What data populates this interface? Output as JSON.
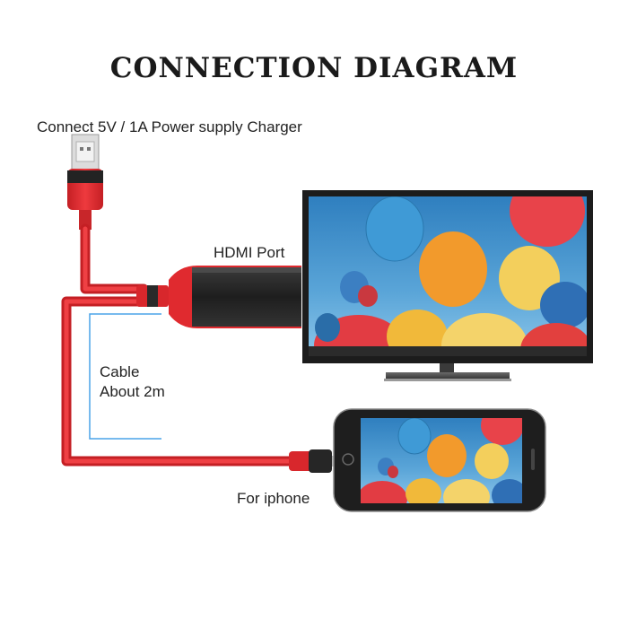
{
  "title": "CONNECTION DIAGRAM",
  "labels": {
    "power": "Connect 5V / 1A Power supply Charger",
    "hdmi_port": "HDMI Port",
    "cable_line1": "Cable",
    "cable_line2": "About 2m",
    "iphone": "For iphone"
  },
  "colors": {
    "cable_red": "#e0282c",
    "cable_dark_red": "#b81e22",
    "connector_black": "#2b2b2b",
    "bracket_blue": "#4aa3e8",
    "screen_sky": "#3d8fc6"
  }
}
